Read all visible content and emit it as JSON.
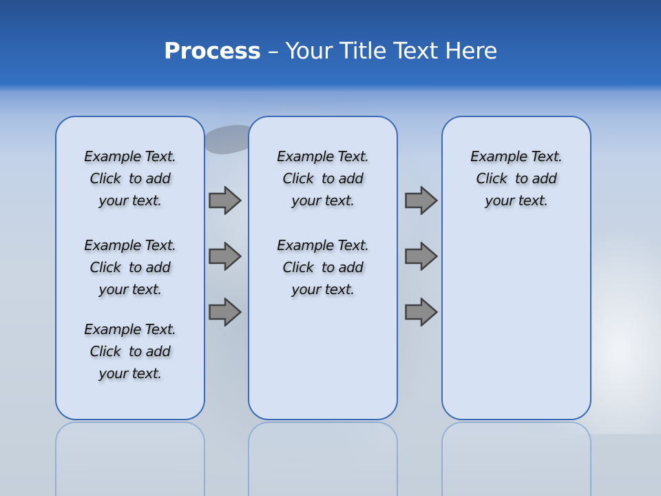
{
  "slide": {
    "title_bold": "Process",
    "title_rest": " – Your Title Text Here",
    "colors": {
      "title_bar_top": "#27508f",
      "title_bar_bottom": "#3571c2",
      "box_fill": "#d6e2f3",
      "box_border": "#3a6ab5",
      "arrow_fill": "#8c8c8c",
      "arrow_outline": "#404040",
      "title_text": "#ffffff"
    },
    "columns": [
      {
        "blocks": [
          {
            "line1": "Example Text.",
            "line2": "Click  to add",
            "line3": "your text."
          },
          {
            "line1": "Example Text.",
            "line2": "Click  to add",
            "line3": "your text."
          },
          {
            "line1": "Example Text.",
            "line2": "Click  to add",
            "line3": "your text."
          }
        ]
      },
      {
        "blocks": [
          {
            "line1": "Example Text.",
            "line2": "Click  to add",
            "line3": "your text."
          },
          {
            "line1": "Example Text.",
            "line2": "Click  to add",
            "line3": "your text."
          }
        ]
      },
      {
        "blocks": [
          {
            "line1": "Example Text.",
            "line2": "Click  to add",
            "line3": "your text."
          }
        ]
      }
    ],
    "arrows": [
      "arrow-right-icon",
      "arrow-right-icon",
      "arrow-right-icon",
      "arrow-right-icon",
      "arrow-right-icon",
      "arrow-right-icon"
    ]
  }
}
